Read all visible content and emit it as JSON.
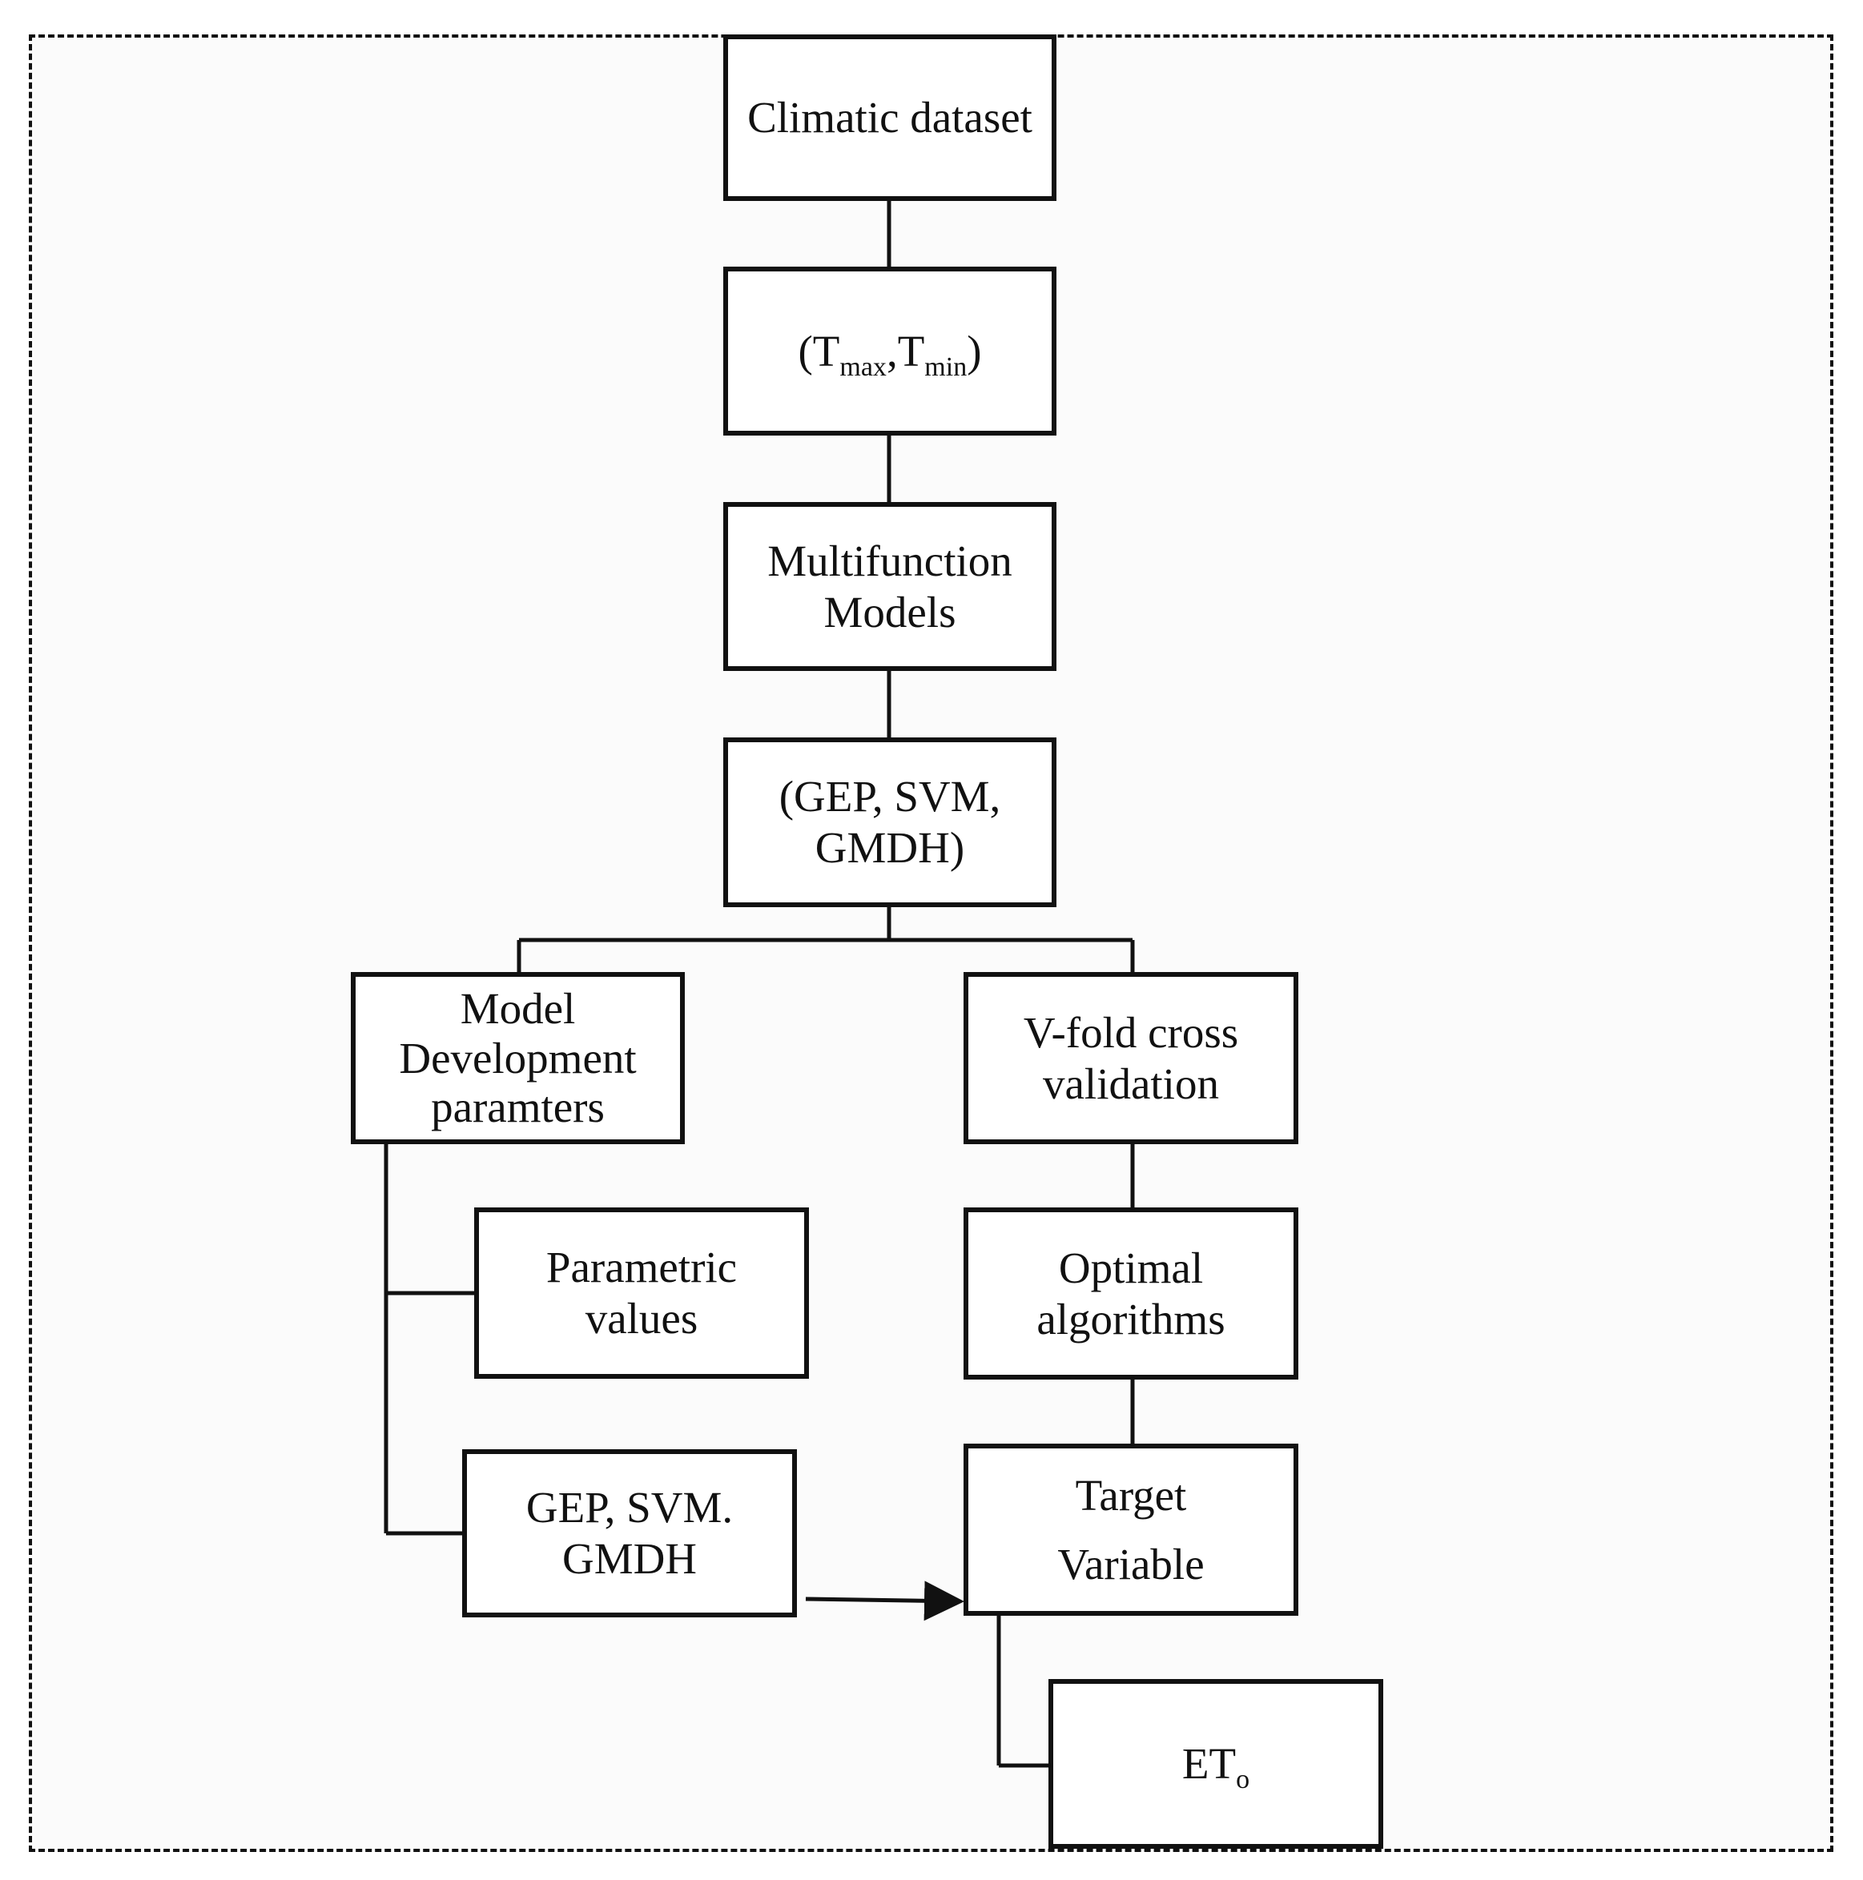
{
  "nodes": {
    "climatic_dataset": "Climatic dataset",
    "temperature_inputs": {
      "open": "(T",
      "sub1": "max",
      "sep": ",T",
      "sub2": "min",
      "close": ")"
    },
    "multifunction_models": "Multifunction\nModels",
    "model_list_top": "(GEP, SVM,\nGMDH)",
    "model_development": "Model\nDevelopment\nparamters",
    "v_fold": "V-fold cross\nvalidation",
    "parametric_values": "Parametric\nvalues",
    "optimal_algorithms": "Optimal\nalgorithms",
    "model_list_bottom": "GEP, SVM.\nGMDH",
    "target_variable": "Target\nVariable",
    "eto": {
      "main": "ET",
      "sub": "o"
    }
  }
}
